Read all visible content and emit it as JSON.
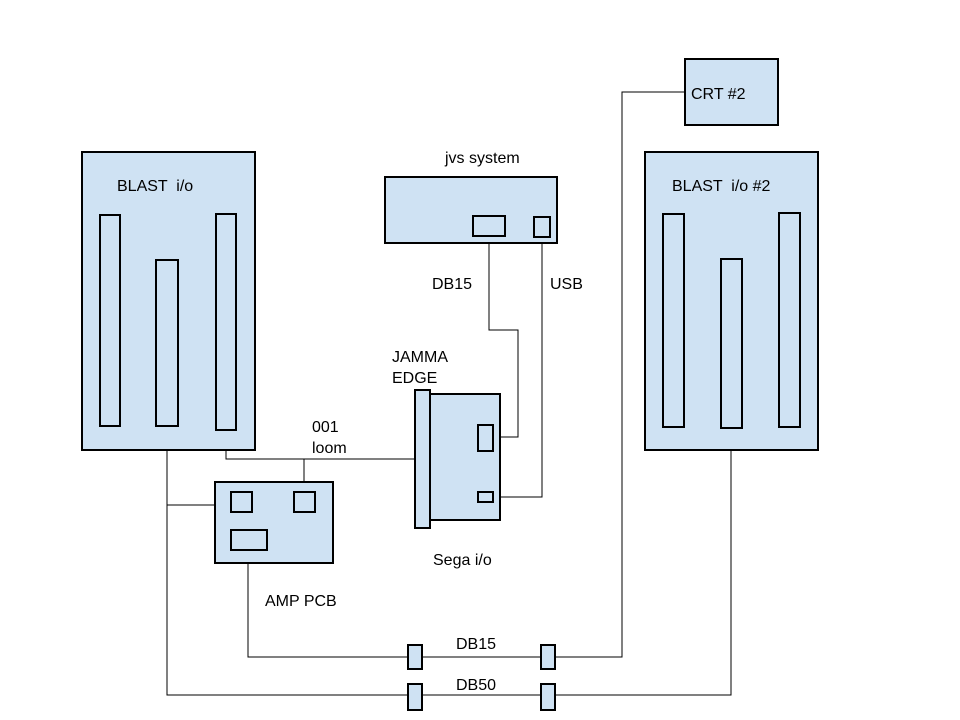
{
  "diagram": {
    "blast_io": "BLAST  i/o",
    "blast_io_2": "BLAST  i/o #2",
    "crt_2": "CRT #2",
    "jvs_system": "jvs system",
    "db15_top": "DB15",
    "usb": "USB",
    "jamma_edge_line1": "JAMMA",
    "jamma_edge_line2": "EDGE",
    "loom_line1": "001",
    "loom_line2": "loom",
    "sega_io": "Sega i/o",
    "amp_pcb": "AMP PCB",
    "db15_bottom": "DB15",
    "db50": "DB50"
  },
  "colors": {
    "box_fill": "#cfe2f3",
    "stroke": "#000000",
    "background": "#ffffff"
  }
}
